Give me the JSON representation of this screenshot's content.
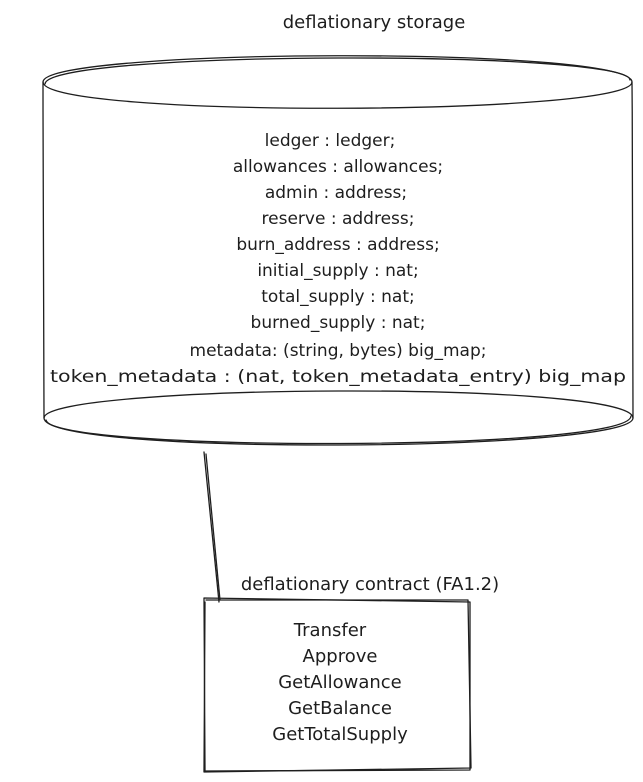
{
  "storage": {
    "title": "deflationary storage",
    "fields": [
      "ledger : ledger;",
      "allowances : allowances;",
      "admin : address;",
      "reserve : address;",
      "burn_address : address;",
      "initial_supply : nat;",
      "total_supply : nat;",
      "burned_supply : nat;",
      "metadata: (string, bytes) big_map;",
      "token_metadata : (nat, token_metadata_entry) big_map"
    ]
  },
  "contract": {
    "title": "deflationary contract (FA1.2)",
    "methods": [
      "Transfer",
      "Approve",
      "GetAllowance",
      "GetBalance",
      "GetTotalSupply"
    ]
  }
}
